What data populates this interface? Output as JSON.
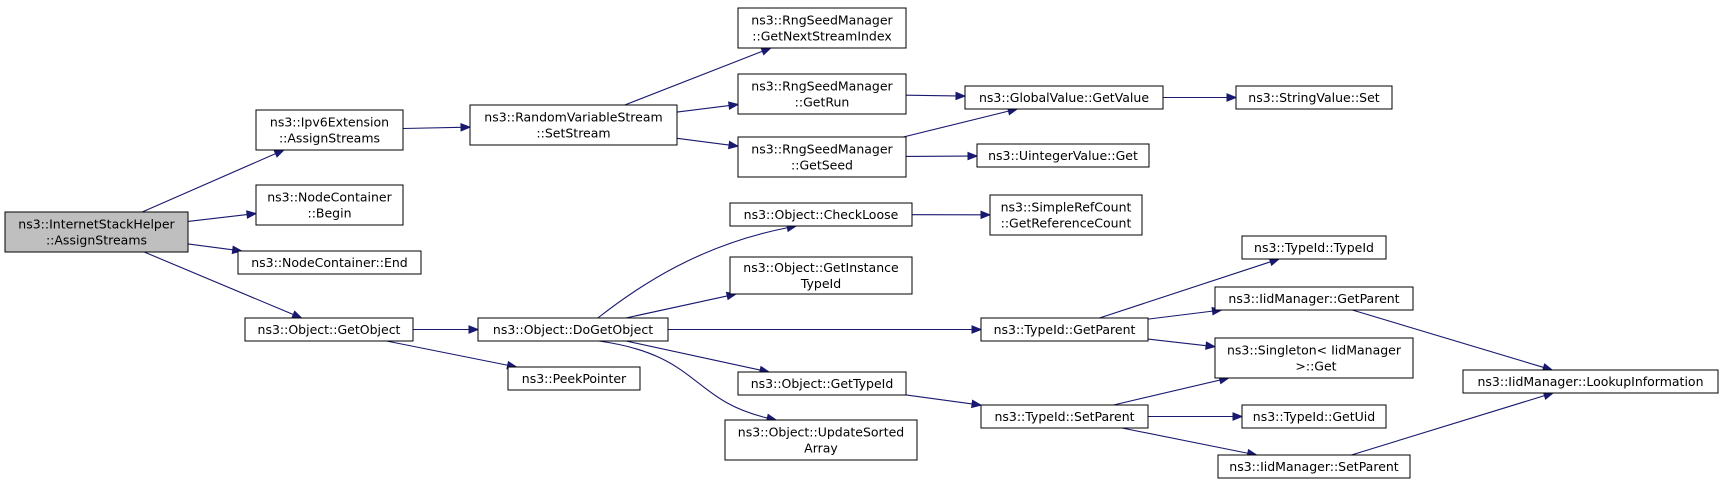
{
  "diagram": {
    "type": "call-graph",
    "colors": {
      "root_fill": "#bfbfbf",
      "node_fill": "#ffffff",
      "node_border": "#000000",
      "edge": "#191970"
    },
    "nodes": [
      {
        "id": "root",
        "lines": [
          "ns3::InternetStackHelper",
          "::AssignStreams"
        ],
        "root": true
      },
      {
        "id": "ipv6",
        "lines": [
          "ns3::Ipv6Extension",
          "::AssignStreams"
        ]
      },
      {
        "id": "ncb",
        "lines": [
          "ns3::NodeContainer",
          "::Begin"
        ]
      },
      {
        "id": "nce",
        "lines": [
          "ns3::NodeContainer::End"
        ]
      },
      {
        "id": "getobj",
        "lines": [
          "ns3::Object::GetObject"
        ]
      },
      {
        "id": "rvs",
        "lines": [
          "ns3::RandomVariableStream",
          "::SetStream"
        ]
      },
      {
        "id": "dgo",
        "lines": [
          "ns3::Object::DoGetObject"
        ]
      },
      {
        "id": "peek",
        "lines": [
          "ns3::PeekPointer"
        ]
      },
      {
        "id": "gnsi",
        "lines": [
          "ns3::RngSeedManager",
          "::GetNextStreamIndex"
        ]
      },
      {
        "id": "grun",
        "lines": [
          "ns3::RngSeedManager",
          "::GetRun"
        ]
      },
      {
        "id": "gseed",
        "lines": [
          "ns3::RngSeedManager",
          "::GetSeed"
        ]
      },
      {
        "id": "chkl",
        "lines": [
          "ns3::Object::CheckLoose"
        ]
      },
      {
        "id": "git",
        "lines": [
          "ns3::Object::GetInstance",
          "TypeId"
        ]
      },
      {
        "id": "gtid",
        "lines": [
          "ns3::Object::GetTypeId"
        ]
      },
      {
        "id": "usa",
        "lines": [
          "ns3::Object::UpdateSorted",
          "Array"
        ]
      },
      {
        "id": "gv",
        "lines": [
          "ns3::GlobalValue::GetValue"
        ]
      },
      {
        "id": "uvg",
        "lines": [
          "ns3::UintegerValue::Get"
        ]
      },
      {
        "id": "srcg",
        "lines": [
          "ns3::SimpleRefCount",
          "::GetReferenceCount"
        ]
      },
      {
        "id": "tgp",
        "lines": [
          "ns3::TypeId::GetParent"
        ]
      },
      {
        "id": "tsp",
        "lines": [
          "ns3::TypeId::SetParent"
        ]
      },
      {
        "id": "svs",
        "lines": [
          "ns3::StringValue::Set"
        ]
      },
      {
        "id": "tid",
        "lines": [
          "ns3::TypeId::TypeId"
        ]
      },
      {
        "id": "imgp",
        "lines": [
          "ns3::IidManager::GetParent"
        ]
      },
      {
        "id": "sing",
        "lines": [
          "ns3::Singleton< IidManager",
          " >::Get"
        ]
      },
      {
        "id": "tgu",
        "lines": [
          "ns3::TypeId::GetUid"
        ]
      },
      {
        "id": "imsp",
        "lines": [
          "ns3::IidManager::SetParent"
        ]
      },
      {
        "id": "imli",
        "lines": [
          "ns3::IidManager::LookupInformation"
        ]
      }
    ],
    "edges": [
      [
        "root",
        "ipv6"
      ],
      [
        "root",
        "ncb"
      ],
      [
        "root",
        "nce"
      ],
      [
        "root",
        "getobj"
      ],
      [
        "ipv6",
        "rvs"
      ],
      [
        "rvs",
        "gnsi"
      ],
      [
        "rvs",
        "grun"
      ],
      [
        "rvs",
        "gseed"
      ],
      [
        "grun",
        "gv"
      ],
      [
        "gseed",
        "gv"
      ],
      [
        "gseed",
        "uvg"
      ],
      [
        "gv",
        "svs"
      ],
      [
        "getobj",
        "dgo"
      ],
      [
        "getobj",
        "peek"
      ],
      [
        "dgo",
        "chkl"
      ],
      [
        "dgo",
        "git"
      ],
      [
        "dgo",
        "tgp"
      ],
      [
        "dgo",
        "gtid"
      ],
      [
        "dgo",
        "usa"
      ],
      [
        "chkl",
        "srcg"
      ],
      [
        "tgp",
        "tid"
      ],
      [
        "tgp",
        "imgp"
      ],
      [
        "tgp",
        "sing"
      ],
      [
        "gtid",
        "tsp"
      ],
      [
        "tsp",
        "sing"
      ],
      [
        "tsp",
        "tgu"
      ],
      [
        "tsp",
        "imsp"
      ],
      [
        "imgp",
        "imli"
      ],
      [
        "imsp",
        "imli"
      ]
    ]
  }
}
